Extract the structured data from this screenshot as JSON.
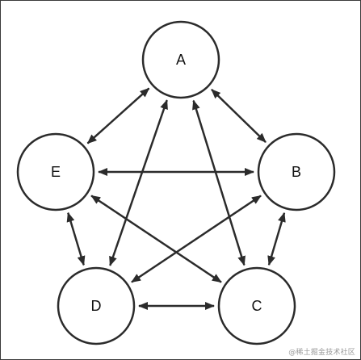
{
  "diagram": {
    "nodes": [
      {
        "id": "A",
        "label": "A"
      },
      {
        "id": "B",
        "label": "B"
      },
      {
        "id": "C",
        "label": "C"
      },
      {
        "id": "D",
        "label": "D"
      },
      {
        "id": "E",
        "label": "E"
      }
    ],
    "edges": [
      {
        "from": "A",
        "to": "B",
        "bidirectional": true
      },
      {
        "from": "B",
        "to": "C",
        "bidirectional": true
      },
      {
        "from": "C",
        "to": "D",
        "bidirectional": true
      },
      {
        "from": "D",
        "to": "E",
        "bidirectional": true
      },
      {
        "from": "E",
        "to": "A",
        "bidirectional": true
      },
      {
        "from": "A",
        "to": "C",
        "bidirectional": true
      },
      {
        "from": "A",
        "to": "D",
        "bidirectional": true
      },
      {
        "from": "E",
        "to": "B",
        "bidirectional": true
      },
      {
        "from": "E",
        "to": "C",
        "bidirectional": true
      },
      {
        "from": "B",
        "to": "D",
        "bidirectional": true
      }
    ],
    "colors": {
      "stroke": "#2b2b2b",
      "node_fill": "#ffffff"
    }
  },
  "watermark": "@稀土掘金技术社区"
}
